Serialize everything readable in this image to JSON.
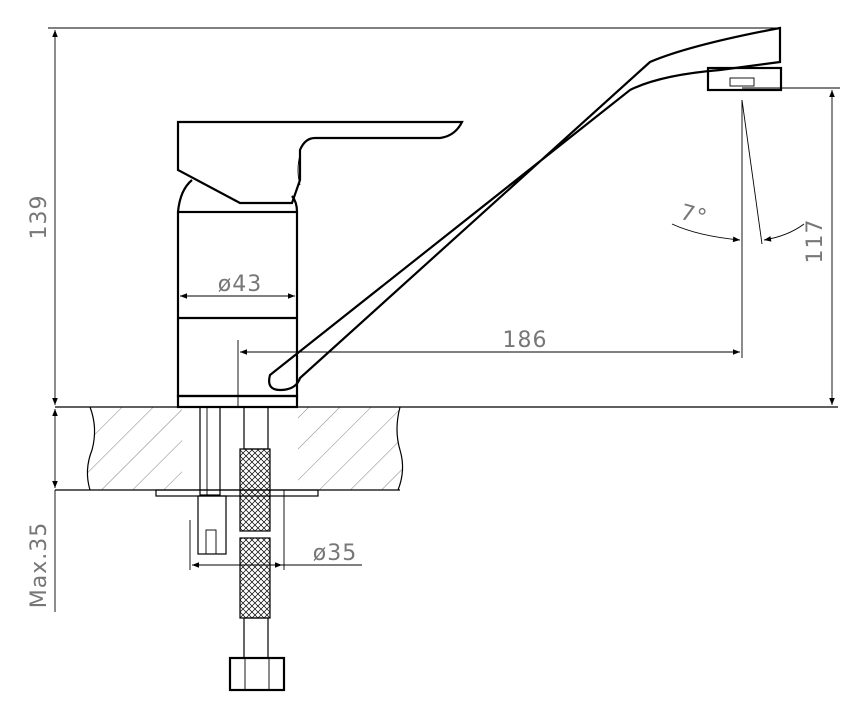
{
  "dimensions": {
    "height_total": "139",
    "spout_height": "117",
    "reach": "186",
    "body_diameter": "ø43",
    "hole_diameter": "ø35",
    "max_thickness": "Max.35",
    "spout_angle": "7°"
  },
  "colors": {
    "lines": "#000000",
    "dimension_text": "#777777",
    "hatching": "#777777",
    "background": "#ffffff"
  }
}
